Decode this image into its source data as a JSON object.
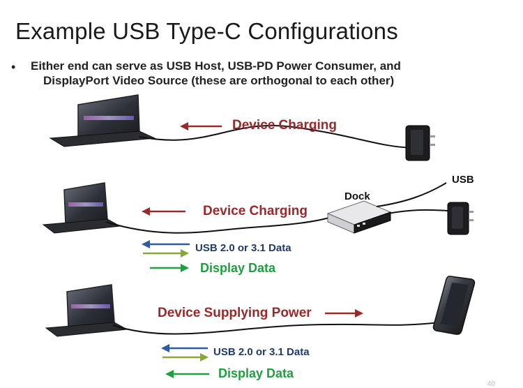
{
  "slide": {
    "title": "Example USB Type-C Configurations",
    "bullet_line1": "Either end can serve as USB Host, USB-PD Power Consumer, and",
    "bullet_line2": "DisplayPort Video Source (these are orthogonal to each other)",
    "page_number": "40"
  },
  "row1": {
    "charging_label": "Device Charging"
  },
  "row2": {
    "charging_label": "Device Charging",
    "dock_label": "Dock",
    "usb_label": "USB",
    "usb_data_label": "USB 2.0 or 3.1 Data",
    "display_label": "Display Data"
  },
  "row3": {
    "power_label": "Device Supplying Power",
    "usb_data_label": "USB 2.0 or 3.1 Data",
    "display_label": "Display Data"
  },
  "colors": {
    "charging_arrow": "#9a2a2a",
    "usb_arrow_blue": "#2f5aa0",
    "usb_arrow_olive": "#8aa83a",
    "display_arrow": "#1fa040"
  }
}
